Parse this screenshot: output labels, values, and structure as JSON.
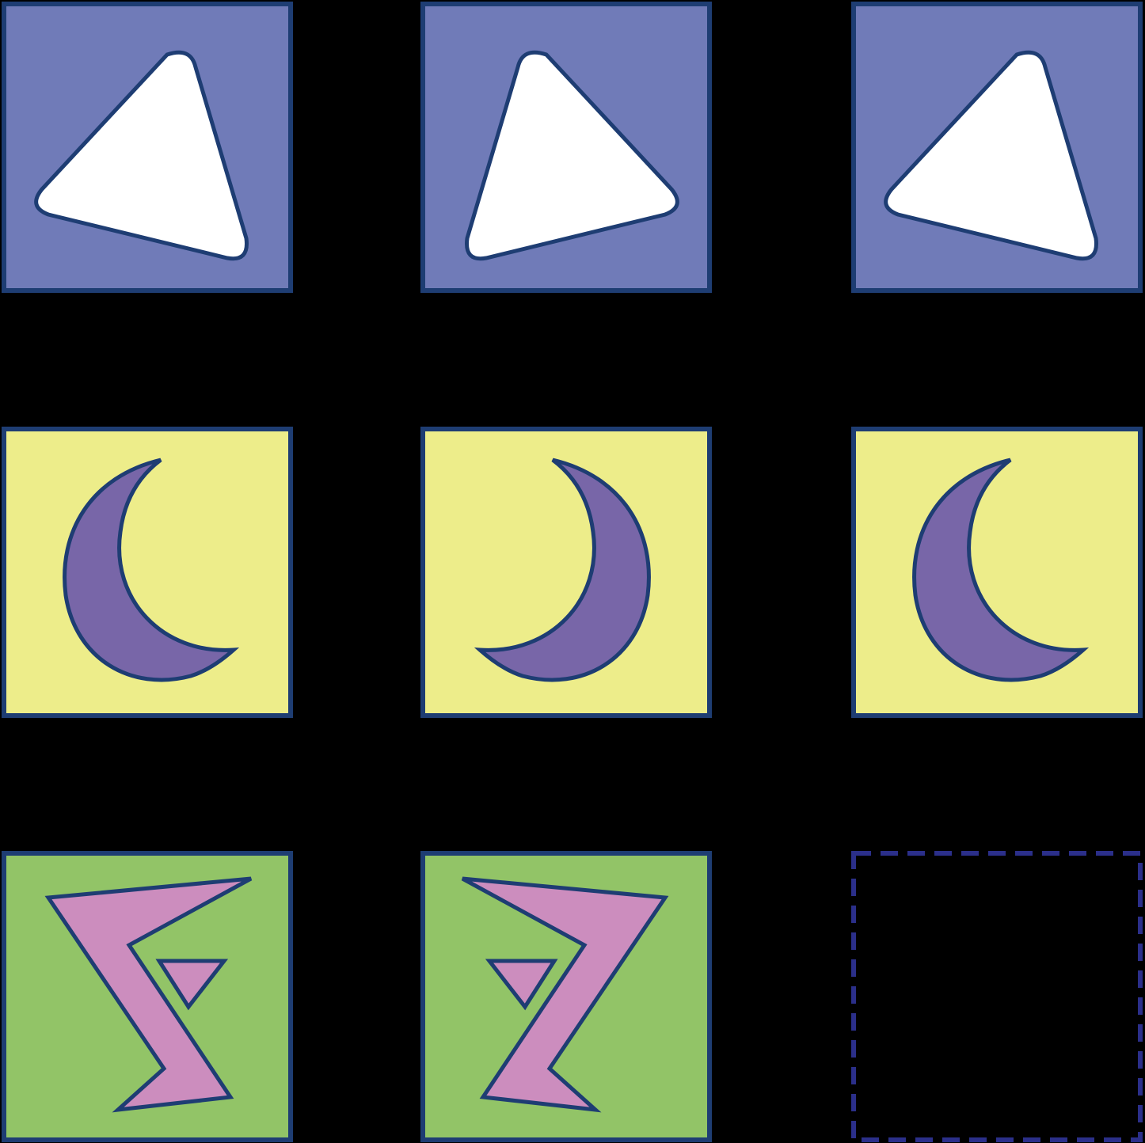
{
  "puzzle": {
    "background": "#000000",
    "outline_color": "#1e3d73",
    "grid": {
      "rows": 3,
      "cols": 3
    },
    "rows": [
      {
        "row": 1,
        "tile_color": "#707bb8",
        "shape_fill": "#ffffff",
        "cells": [
          {
            "col": 1,
            "shape": "rounded-triangle",
            "variant": "pointing-left"
          },
          {
            "col": 2,
            "shape": "rounded-triangle",
            "variant": "pointing-right"
          },
          {
            "col": 3,
            "shape": "rounded-triangle",
            "variant": "pointing-left"
          }
        ]
      },
      {
        "row": 2,
        "tile_color": "#eded8a",
        "shape_fill": "#7866a8",
        "cells": [
          {
            "col": 1,
            "shape": "crescent-moon",
            "variant": "opening-right"
          },
          {
            "col": 2,
            "shape": "crescent-moon",
            "variant": "opening-left"
          },
          {
            "col": 3,
            "shape": "crescent-moon",
            "variant": "opening-right"
          }
        ]
      },
      {
        "row": 3,
        "tile_color": "#92c467",
        "shape_fill": "#cc8dbe",
        "cells": [
          {
            "col": 1,
            "shape": "zigzag-with-triangle",
            "variant": "original"
          },
          {
            "col": 2,
            "shape": "zigzag-with-triangle",
            "variant": "mirrored"
          },
          {
            "col": 3,
            "shape": "missing",
            "variant": "empty-dashed-placeholder"
          }
        ]
      }
    ],
    "placeholder_color": "#2b2f8a"
  }
}
